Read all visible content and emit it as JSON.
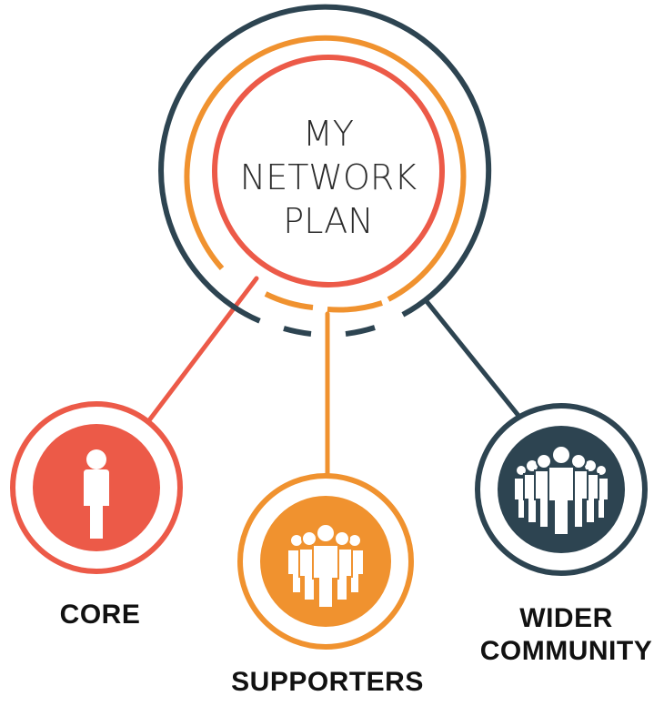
{
  "center": {
    "title_lines": [
      "MY",
      "NETWORK",
      "PLAN"
    ]
  },
  "nodes": {
    "core": {
      "label": "CORE",
      "icon": "single-person-icon"
    },
    "supporters": {
      "label": "SUPPORTERS",
      "icon": "small-group-icon"
    },
    "wider_community": {
      "label_lines": [
        "WIDER",
        "COMMUNITY"
      ],
      "icon": "large-group-icon"
    }
  },
  "colors": {
    "core": "#ec5a48",
    "supporters": "#f0922f",
    "wider_community": "#2d4451",
    "text": "#111111"
  }
}
